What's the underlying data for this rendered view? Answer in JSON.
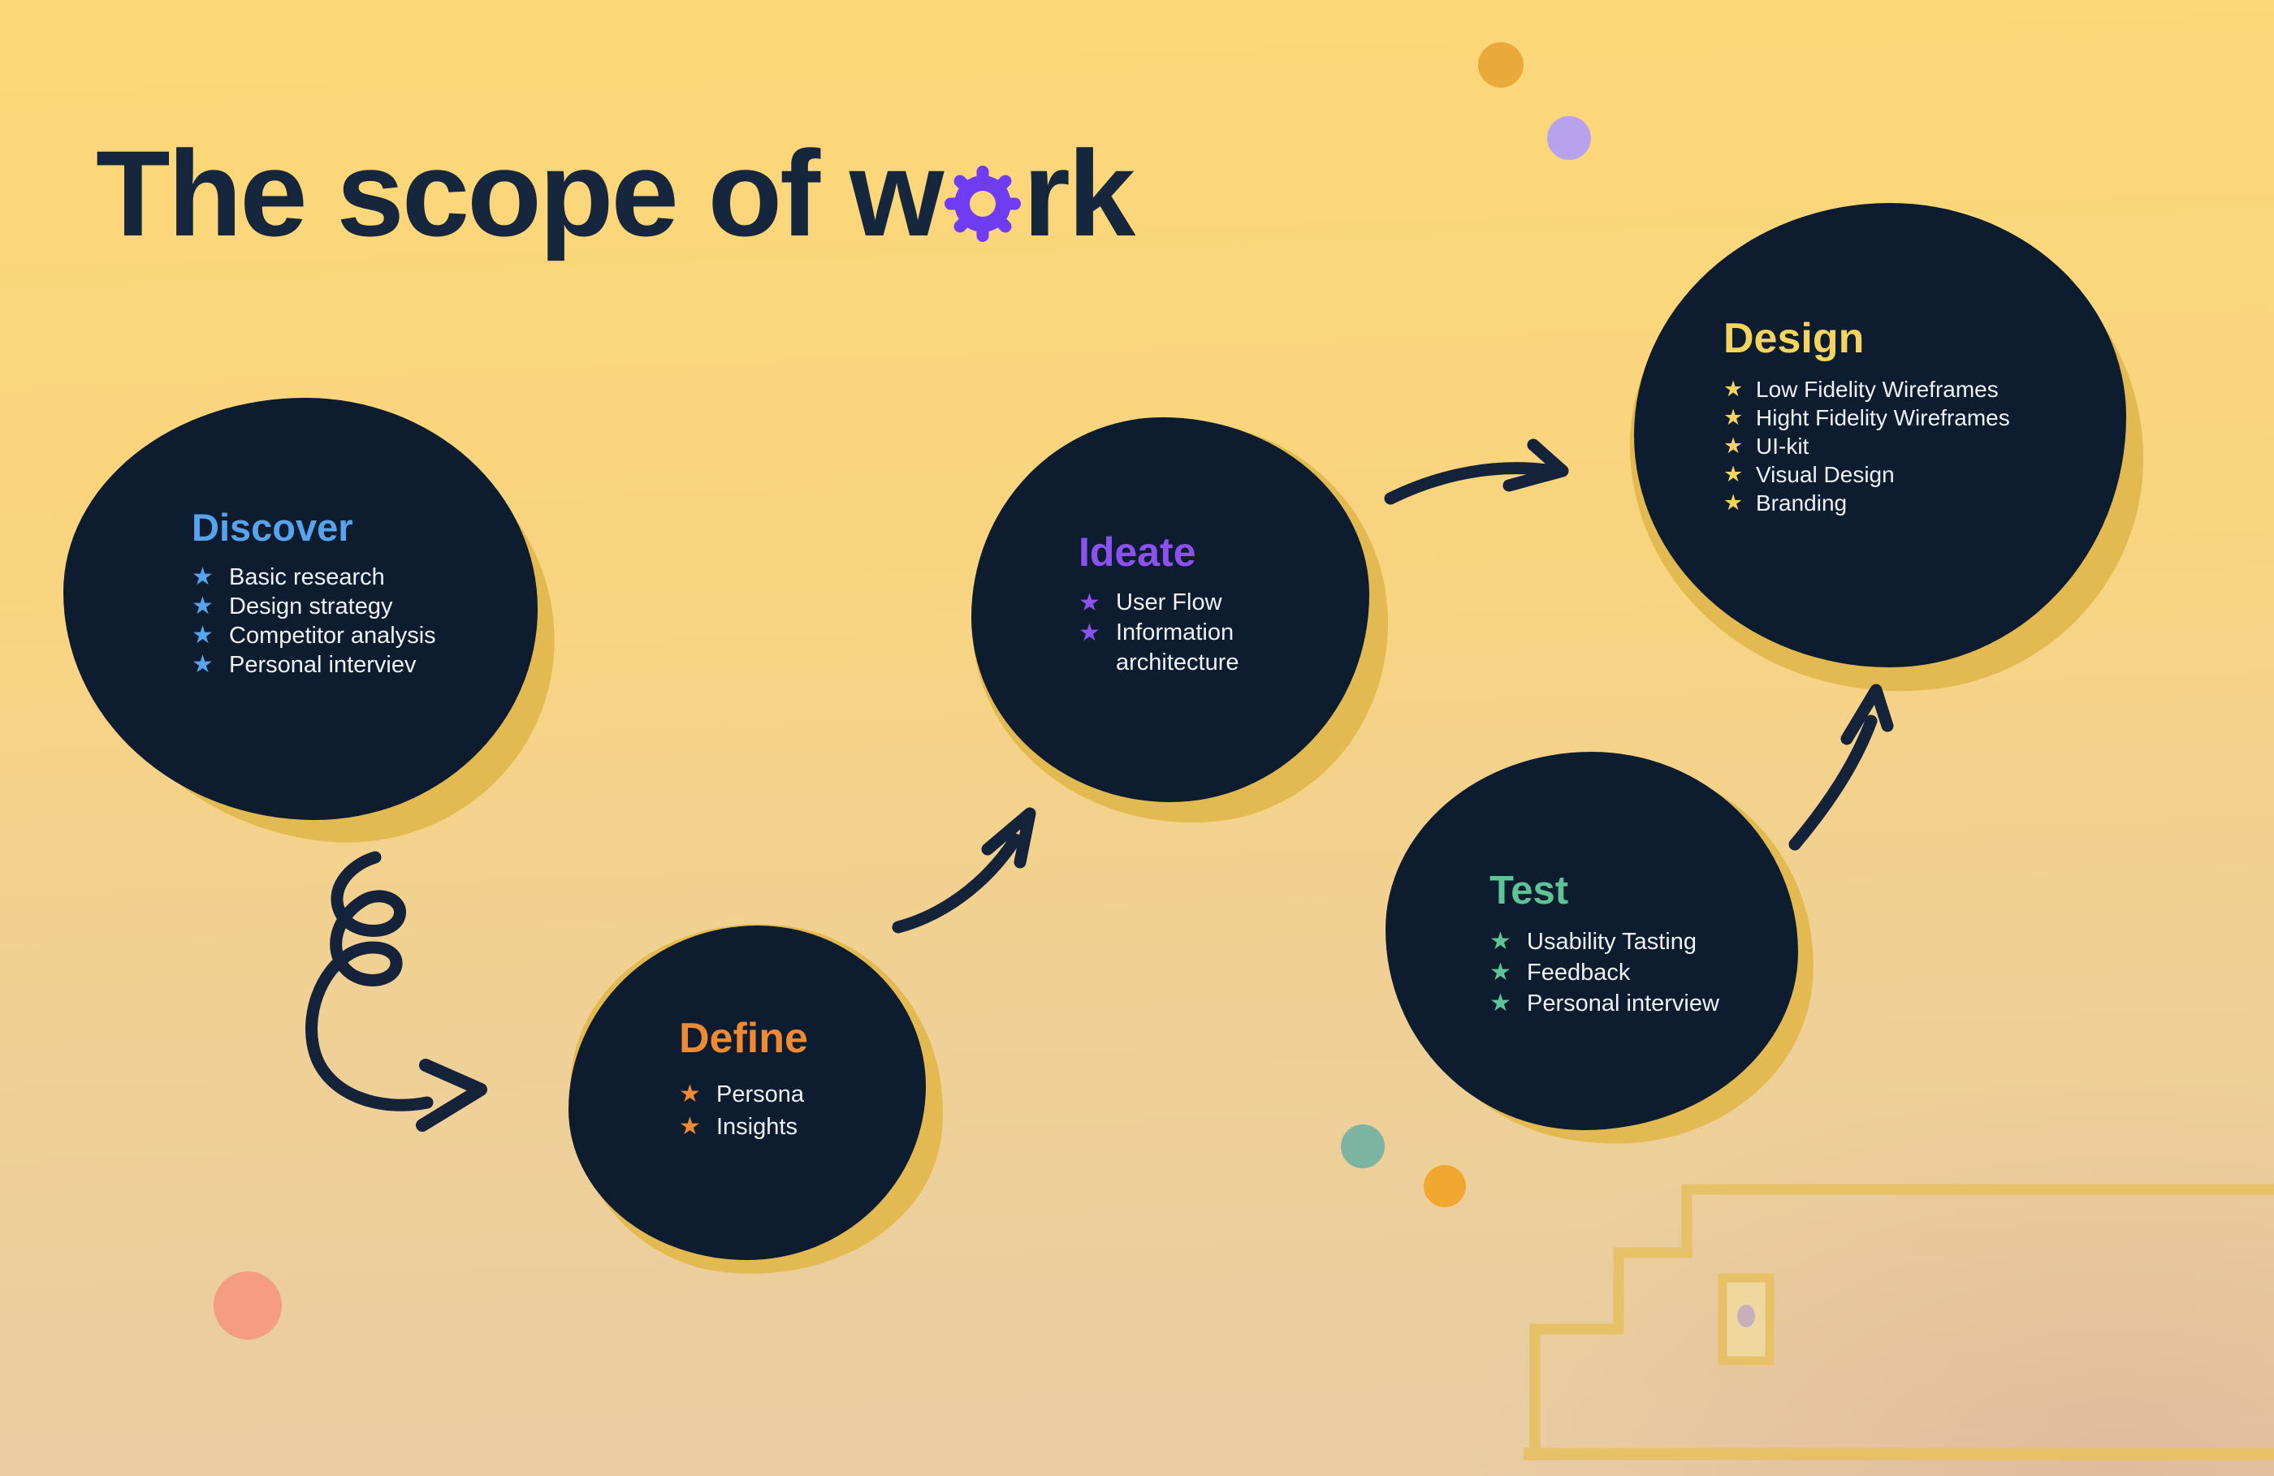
{
  "title": {
    "text_before_gear": "The scope of w",
    "text_after_gear": "rk",
    "full_text": "The scope of work",
    "color": "#16263d",
    "gear_color": "#6f3cf2"
  },
  "icons": {
    "star_glyph": "★",
    "gear_icon": "gear-icon"
  },
  "background": {
    "top": "#fcd877",
    "bottom_left": "#e9cda4",
    "bottom_right": "#e2c3ab"
  },
  "blob": {
    "dark_fill": "#0d1c2f",
    "gold_shadow": "#e3ba52",
    "item_text_color": "#eef2f7"
  },
  "stages": [
    {
      "id": "discover",
      "title": "Discover",
      "accent": "#57a3ee",
      "items": [
        "Basic research",
        "Design strategy",
        "Competitor analysis",
        "Personal interviev"
      ]
    },
    {
      "id": "define",
      "title": "Define",
      "accent": "#ee8a33",
      "items": [
        "Persona",
        "Insights"
      ]
    },
    {
      "id": "ideate",
      "title": "Ideate",
      "accent": "#8c52ef",
      "items": [
        "User Flow",
        "Information architecture"
      ]
    },
    {
      "id": "test",
      "title": "Test",
      "accent": "#5ec497",
      "items": [
        "Usability Tasting",
        "Feedback",
        "Personal interview"
      ]
    },
    {
      "id": "design",
      "title": "Design",
      "accent": "#f3d45e",
      "items": [
        "Low Fidelity Wireframes",
        "Hight Fidelity Wireframes",
        "UI-kit",
        "Visual Design",
        "Branding"
      ]
    }
  ],
  "arrows": {
    "color": "#14233a",
    "names": [
      "spiral-arrow-discover-to-define",
      "arrow-define-to-ideate",
      "arrow-ideate-to-design",
      "arrow-test-to-design"
    ]
  },
  "decorations": {
    "dots": [
      {
        "name": "orange-dot",
        "color": "#eaa93b"
      },
      {
        "name": "lavender-dot",
        "color": "#b7a2ee"
      },
      {
        "name": "teal-dot",
        "color": "#7eb4a2"
      },
      {
        "name": "amber-dot",
        "color": "#f1a830"
      },
      {
        "name": "salmon-dot",
        "color": "#f49d81"
      }
    ],
    "stairs": {
      "color": "#e6c167",
      "window_fill": "#eed8a0",
      "window_dot_color": "#c9aebc"
    }
  }
}
